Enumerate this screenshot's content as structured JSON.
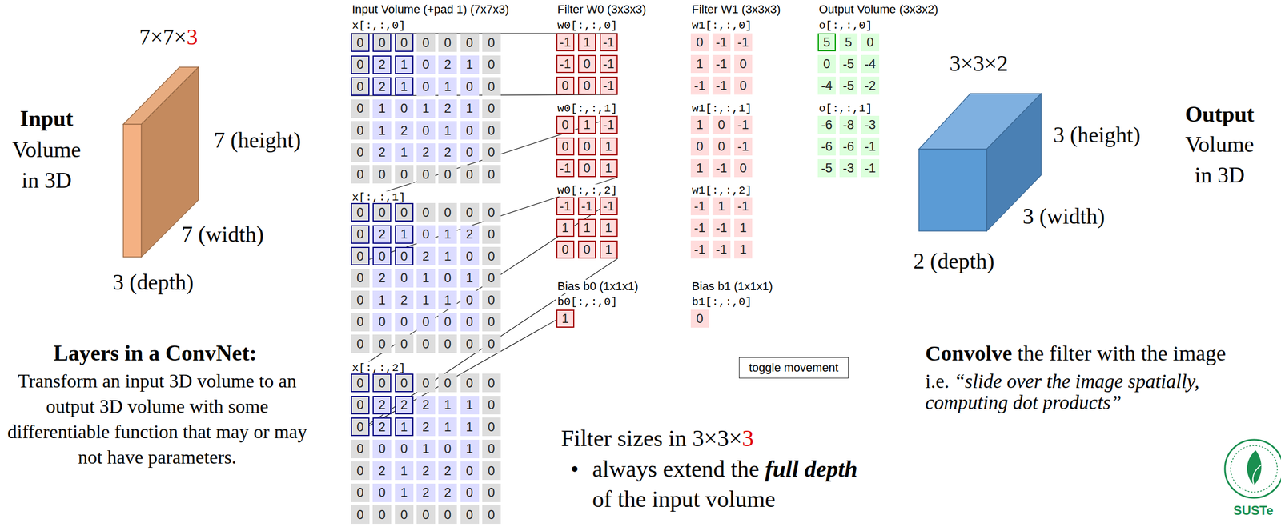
{
  "diagram": {
    "nodes": [
      {
        "text": [
          "toggle movement"
        ]
      }
    ],
    "labels": [
      "7×7×",
      "3",
      "Input",
      "Volume in 3D",
      "7 (height)",
      "7 (width)",
      "3 (depth)",
      "Layers in a ConvNet:",
      "Transform an input 3D volume to an output 3D volume with some differentiable function that may or may not have parameters.",
      "Input Volume (+pad 1) (7x7x3)",
      "x[:,:,0]",
      "0",
      "0",
      "0",
      "0",
      "0",
      "0",
      "0",
      "0",
      "2",
      "1",
      "0",
      "2",
      "1",
      "0",
      "0",
      "2",
      "1",
      "0",
      "1",
      "0",
      "0",
      "0",
      "1",
      "0",
      "1",
      "2",
      "1",
      "0",
      "0",
      "1",
      "2",
      "0",
      "1",
      "0",
      "0",
      "0",
      "2",
      "1",
      "2",
      "2",
      "0",
      "0",
      "0",
      "0",
      "0",
      "0",
      "0",
      "0",
      "0",
      "x[:,:,1]",
      "0",
      "0",
      "0",
      "0",
      "0",
      "0",
      "0",
      "0",
      "2",
      "1",
      "0",
      "1",
      "2",
      "0",
      "0",
      "0",
      "0",
      "2",
      "1",
      "0",
      "0",
      "0",
      "2",
      "0",
      "1",
      "0",
      "1",
      "0",
      "0",
      "1",
      "2",
      "1",
      "1",
      "0",
      "0",
      "0",
      "0",
      "0",
      "0",
      "0",
      "0",
      "0",
      "0",
      "0",
      "0",
      "0",
      "0",
      "0",
      "0",
      "x[:,:,2]",
      "0",
      "0",
      "0",
      "0",
      "0",
      "0",
      "0",
      "0",
      "2",
      "2",
      "2",
      "1",
      "1",
      "0",
      "0",
      "2",
      "1",
      "2",
      "1",
      "1",
      "0",
      "0",
      "0",
      "0",
      "1",
      "0",
      "1",
      "0",
      "0",
      "2",
      "1",
      "2",
      "2",
      "0",
      "0",
      "0",
      "0",
      "1",
      "2",
      "2",
      "0",
      "0",
      "0",
      "0",
      "0",
      "0",
      "0",
      "0",
      "0",
      "Filter W0 (3x3x3)",
      "w0[:,:,0]",
      "-1",
      "1",
      "-1",
      "-1",
      "0",
      "-1",
      "0",
      "0",
      "-1",
      "w0[:,:,1]",
      "0",
      "1",
      "-1",
      "0",
      "0",
      "1",
      "-1",
      "0",
      "1",
      "w0[:,:,2]",
      "-1",
      "-1",
      "-1",
      "1",
      "1",
      "1",
      "0",
      "0",
      "1",
      "Bias b0 (1x1x1)",
      "b0[:,:,0]",
      "1",
      "Filter W1 (3x3x3)",
      "w1[:,:,0]",
      "0",
      "-1",
      "-1",
      "1",
      "-1",
      "0",
      "-1",
      "-1",
      "0",
      "w1[:,:,1]",
      "1",
      "0",
      "-1",
      "0",
      "0",
      "-1",
      "1",
      "-1",
      "0",
      "w1[:,:,2]",
      "-1",
      "1",
      "-1",
      "-1",
      "-1",
      "1",
      "-1",
      "-1",
      "1",
      "Bias b1 (1x1x1)",
      "b1[:,:,0]",
      "0",
      "Output Volume (3x3x2)",
      "o[:,:,0]",
      "5",
      "5",
      "0",
      "0",
      "-5",
      "-4",
      "-4",
      "-5",
      "-2",
      "o[:,:,1]",
      "-6",
      "-8",
      "-3",
      "-6",
      "-6",
      "-1",
      "-5",
      "-3",
      "-1",
      "Filter sizes in 3×3×",
      "3",
      "•",
      "always extend the",
      "full depth",
      "of the input volume",
      "3×3×2",
      "3 (height)",
      "3 (width)",
      "2 (depth)",
      "Output",
      "Volume in 3D",
      "Convolve",
      "the filter with the image",
      "i.e.",
      "“slide over the image spatially, computing dot products”",
      "SUSTe"
    ]
  }
}
